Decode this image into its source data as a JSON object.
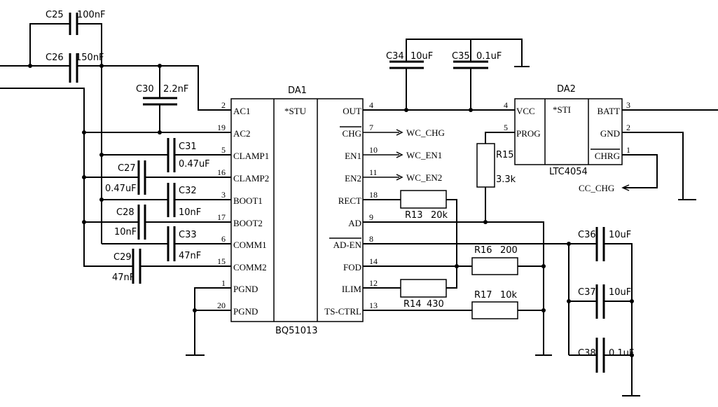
{
  "components": {
    "C25": {
      "ref": "C25",
      "value": "100nF"
    },
    "C26": {
      "ref": "C26",
      "value": "150nF"
    },
    "C30": {
      "ref": "C30",
      "value": "2.2nF"
    },
    "C31": {
      "ref": "C31",
      "value": "0.47uF"
    },
    "C27": {
      "ref": "C27",
      "value": "0.47uF"
    },
    "C32": {
      "ref": "C32",
      "value": "10nF"
    },
    "C28": {
      "ref": "C28",
      "value": "10nF"
    },
    "C33": {
      "ref": "C33",
      "value": "47nF"
    },
    "C29": {
      "ref": "C29",
      "value": "47nF"
    },
    "C34": {
      "ref": "C34",
      "value": "10uF"
    },
    "C35": {
      "ref": "C35",
      "value": "0.1uF"
    },
    "C36": {
      "ref": "C36",
      "value": "10uF"
    },
    "C37": {
      "ref": "C37",
      "value": "10uF"
    },
    "C38": {
      "ref": "C38",
      "value": "0.1uF"
    },
    "R13": {
      "ref": "R13",
      "value": "20k"
    },
    "R14": {
      "ref": "R14",
      "value": "430"
    },
    "R15": {
      "ref": "R15",
      "value": "3.3k"
    },
    "R16": {
      "ref": "R16",
      "value": "200"
    },
    "R17": {
      "ref": "R17",
      "value": "10k"
    }
  },
  "da1": {
    "ref": "DA1",
    "type": "*STU",
    "part": "BQ51013",
    "left_pins": [
      {
        "num": "2",
        "name": "AC1"
      },
      {
        "num": "19",
        "name": "AC2"
      },
      {
        "num": "5",
        "name": "CLAMP1"
      },
      {
        "num": "16",
        "name": "CLAMP2"
      },
      {
        "num": "3",
        "name": "BOOT1"
      },
      {
        "num": "17",
        "name": "BOOT2"
      },
      {
        "num": "6",
        "name": "COMM1"
      },
      {
        "num": "15",
        "name": "COMM2"
      },
      {
        "num": "1",
        "name": "PGND"
      },
      {
        "num": "20",
        "name": "PGND"
      }
    ],
    "right_pins": [
      {
        "num": "4",
        "name": "OUT"
      },
      {
        "num": "7",
        "name": "CHG"
      },
      {
        "num": "10",
        "name": "EN1"
      },
      {
        "num": "11",
        "name": "EN2"
      },
      {
        "num": "18",
        "name": "RECT"
      },
      {
        "num": "9",
        "name": "AD"
      },
      {
        "num": "8",
        "name": "AD-EN"
      },
      {
        "num": "14",
        "name": "FOD"
      },
      {
        "num": "12",
        "name": "ILIM"
      },
      {
        "num": "13",
        "name": "TS-CTRL"
      }
    ]
  },
  "da2": {
    "ref": "DA2",
    "type": "*STI",
    "part": "LTC4054",
    "left_pins": [
      {
        "num": "4",
        "name": "VCC"
      },
      {
        "num": "5",
        "name": "PROG"
      }
    ],
    "right_pins": [
      {
        "num": "3",
        "name": "BATT"
      },
      {
        "num": "2",
        "name": "GND"
      },
      {
        "num": "1",
        "name": "CHRG"
      }
    ]
  },
  "nets": {
    "wc_chg": "WC_CHG",
    "wc_en1": "WC_EN1",
    "wc_en2": "WC_EN2",
    "cc_chg": "CC_CHG"
  }
}
